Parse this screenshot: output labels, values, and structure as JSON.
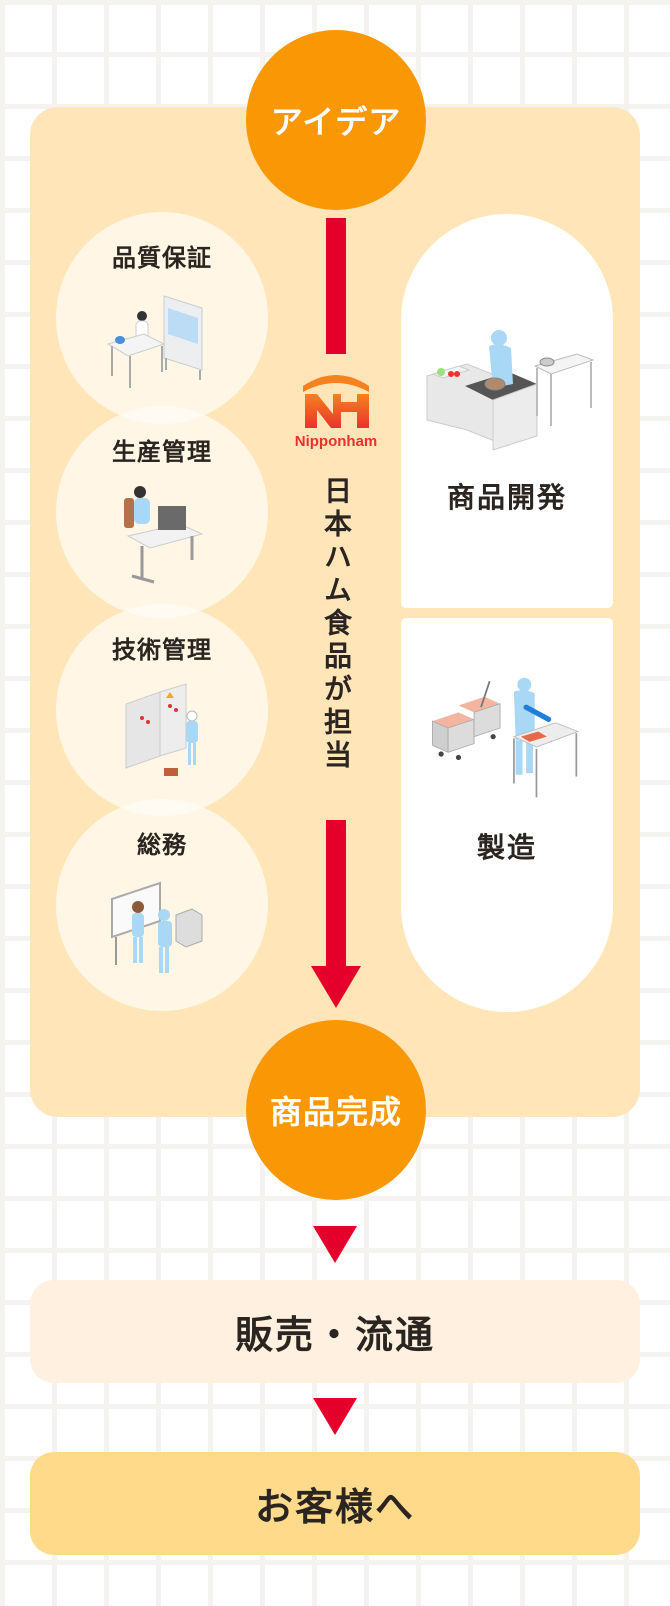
{
  "flow": {
    "start": "アイデア",
    "end": "商品完成",
    "responsible_label": "日本ハム食品が担当",
    "logo": {
      "name": "nipponham-logo",
      "text": "Nipponham",
      "mark": "NH"
    },
    "colors": {
      "orange": "#f99804",
      "red": "#e4002b",
      "panel": "#ffe5b7",
      "sales_box": "#fff0df",
      "customer_box": "#ffda8b",
      "grid_line": "#f4f3ef"
    }
  },
  "departments": [
    {
      "label": "品質保証",
      "icon": "lab-worker-illustration"
    },
    {
      "label": "生産管理",
      "icon": "desk-computer-illustration"
    },
    {
      "label": "技術管理",
      "icon": "control-panel-illustration"
    },
    {
      "label": "総務",
      "icon": "whiteboard-meeting-illustration"
    }
  ],
  "processes": [
    {
      "label": "商品開発",
      "icon": "kitchen-cooking-illustration"
    },
    {
      "label": "製造",
      "icon": "meat-processing-illustration"
    }
  ],
  "downstream": [
    {
      "label": "販売・流通"
    },
    {
      "label": "お客様へ"
    }
  ]
}
